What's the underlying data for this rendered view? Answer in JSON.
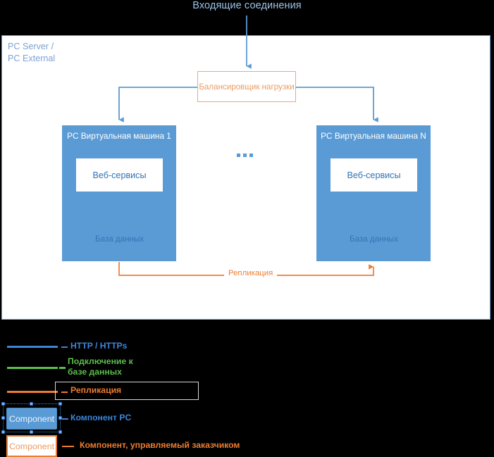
{
  "diagram": {
    "top_title": "Входящие соединения",
    "panel_label": "PC Server /\nPC External",
    "load_balancer": "Балансировщик\nнагрузки",
    "ellipsis": "...",
    "replication_label": "Репликация",
    "vms": [
      {
        "title": "PC Виртуальная машина 1",
        "web_services": "Веб-сервисы",
        "database": "База данных"
      },
      {
        "title": "PC Виртуальная машина N",
        "web_services": "Веб-сервисы",
        "database": "База данных"
      }
    ]
  },
  "legend": {
    "items": [
      {
        "type": "line",
        "label": "HTTP / HTTPs",
        "color": "#3C86D8"
      },
      {
        "type": "line",
        "label": "Подключение к\nбазе данных",
        "color": "#5BBF4A"
      },
      {
        "type": "line",
        "label": "Репликация",
        "color": "#ED7D31"
      },
      {
        "type": "box",
        "box_text": "Component",
        "label": "Компонент PC",
        "color": "#3C86D8"
      },
      {
        "type": "box",
        "box_text": "Component",
        "label": "Компонент, управляемый заказчиком",
        "color": "#ED7D31"
      }
    ]
  },
  "colors": {
    "background": "#000000",
    "panel_border": "#6E9FD8",
    "vm_fill": "#5B9BD5",
    "accent_blue": "#3C86D8",
    "accent_orange": "#ED7D31",
    "accent_green": "#5BBF4A",
    "title_blue": "#9CC3E8"
  }
}
